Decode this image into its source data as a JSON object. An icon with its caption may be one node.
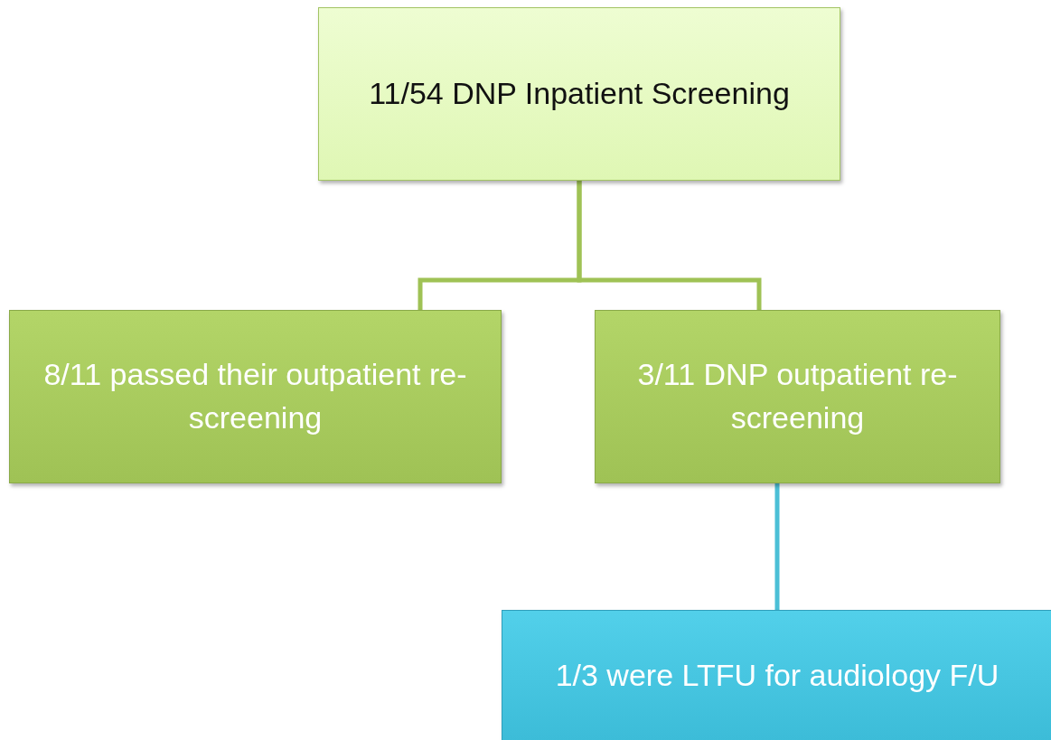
{
  "diagram": {
    "nodes": [
      {
        "text": [
          "11/54 DNP Inpatient Screening"
        ]
      },
      {
        "text": [
          "8/11 passed their outpatient re-screening"
        ]
      },
      {
        "text": [
          "3/11 DNP outpatient re-screening"
        ]
      },
      {
        "text": [
          "1/3 were LTFU for audiology F/U"
        ]
      }
    ],
    "edges": [
      {
        "from": 0,
        "to": 1,
        "arrow": "none"
      },
      {
        "from": 0,
        "to": 2,
        "arrow": "none"
      },
      {
        "from": 2,
        "to": 3,
        "arrow": "none",
        "color": "#4bbfd6"
      }
    ]
  }
}
